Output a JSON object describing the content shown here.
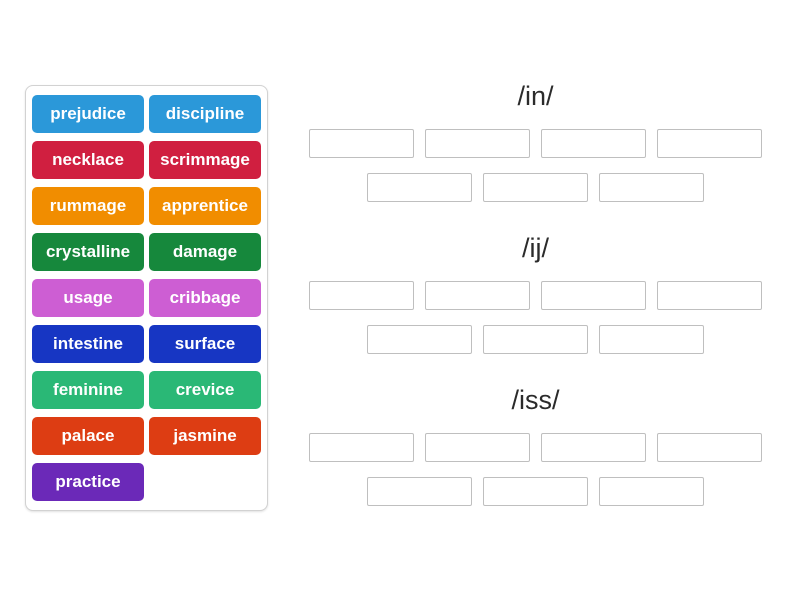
{
  "word_bank": {
    "tiles": [
      {
        "label": "prejudice",
        "color": "#2b98d9"
      },
      {
        "label": "discipline",
        "color": "#2b98d9"
      },
      {
        "label": "necklace",
        "color": "#d01f40"
      },
      {
        "label": "scrimmage",
        "color": "#d01f40"
      },
      {
        "label": "rummage",
        "color": "#f18d00"
      },
      {
        "label": "apprentice",
        "color": "#f18d00"
      },
      {
        "label": "crystalline",
        "color": "#16883c"
      },
      {
        "label": "damage",
        "color": "#16883c"
      },
      {
        "label": "usage",
        "color": "#cd5ed3"
      },
      {
        "label": "cribbage",
        "color": "#cd5ed3"
      },
      {
        "label": "intestine",
        "color": "#1736c3"
      },
      {
        "label": "surface",
        "color": "#1736c3"
      },
      {
        "label": "feminine",
        "color": "#2ab876"
      },
      {
        "label": "crevice",
        "color": "#2ab876"
      },
      {
        "label": "palace",
        "color": "#dd3d13"
      },
      {
        "label": "jasmine",
        "color": "#dd3d13"
      },
      {
        "label": "practice",
        "color": "#6b29b8"
      }
    ]
  },
  "groups": [
    {
      "label": "/in/",
      "slot_rows": [
        4,
        3
      ]
    },
    {
      "label": "/ij/",
      "slot_rows": [
        4,
        3
      ]
    },
    {
      "label": "/iss/",
      "slot_rows": [
        4,
        3
      ]
    }
  ],
  "colors": {
    "page_background": "#ffffff",
    "panel_border": "#d2d2d2",
    "slot_border": "#bfbfbf",
    "heading_text": "#2b2b2b",
    "tile_text": "#ffffff"
  }
}
